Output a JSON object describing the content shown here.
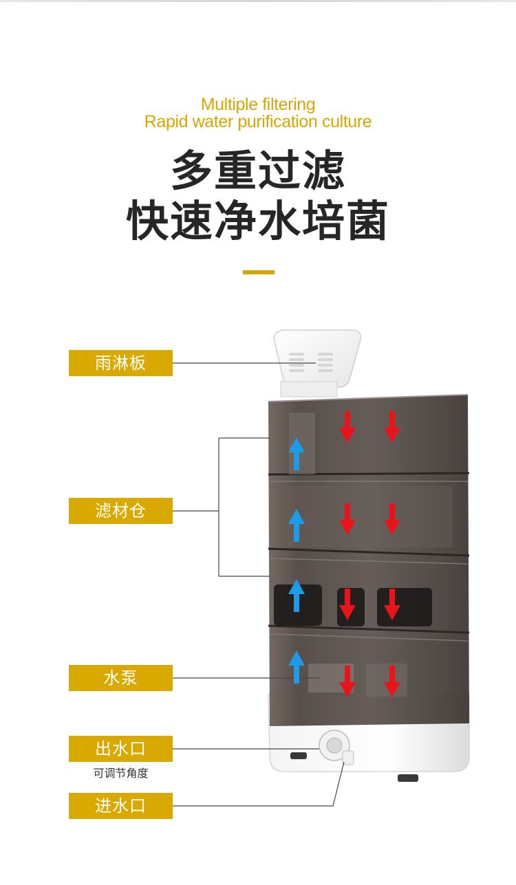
{
  "header": {
    "en_line1": "Multiple filtering",
    "en_line2": "Rapid water purification culture",
    "cn_line1": "多重过滤",
    "cn_line2": "快速净水培菌"
  },
  "labels": {
    "rain_plate": "雨淋板",
    "filter_chamber": "滤材仓",
    "pump": "水泵",
    "outlet": "出水口",
    "outlet_note": "可调节角度",
    "inlet": "进水口"
  },
  "colors": {
    "accent": "#d9a900",
    "title_en": "#d8a600",
    "title_cn": "#262626",
    "arrow_down": "#e8141c",
    "arrow_up": "#1b9be8",
    "tank": "#5b514b"
  }
}
